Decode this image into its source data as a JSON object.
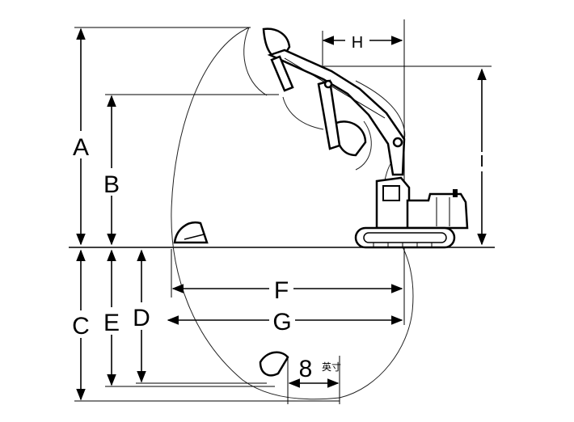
{
  "diagram": {
    "labels": {
      "A": "A",
      "B": "B",
      "C": "C",
      "D": "D",
      "E": "E",
      "F": "F",
      "G": "G",
      "H": "H",
      "I": "I",
      "depth_number": "8",
      "depth_unit": "英寸"
    }
  }
}
